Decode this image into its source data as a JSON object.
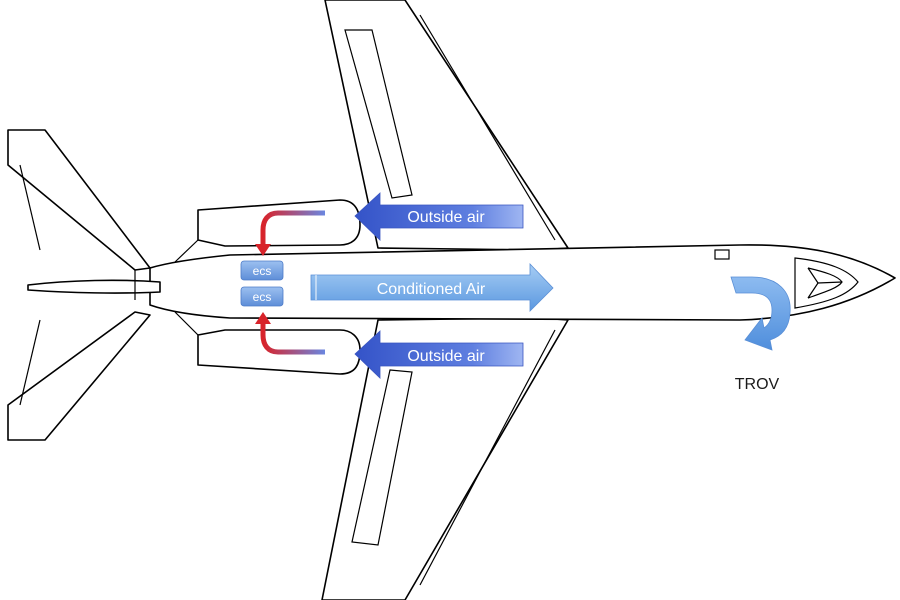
{
  "labels": {
    "outside_air_top": "Outside air",
    "outside_air_bottom": "Outside air",
    "conditioned_air": "Conditioned Air",
    "ecs_top": "ecs",
    "ecs_bottom": "ecs",
    "trov": "TROV"
  },
  "colors": {
    "outside_air_dark": "#3a5fcd",
    "outside_air_light": "#8aa6ee",
    "conditioned_air": "#7fb2ea",
    "ecs_box": "#7aa6e4",
    "bleed_red": "#d8232a",
    "trov_arrow": "#6aa3e6"
  }
}
